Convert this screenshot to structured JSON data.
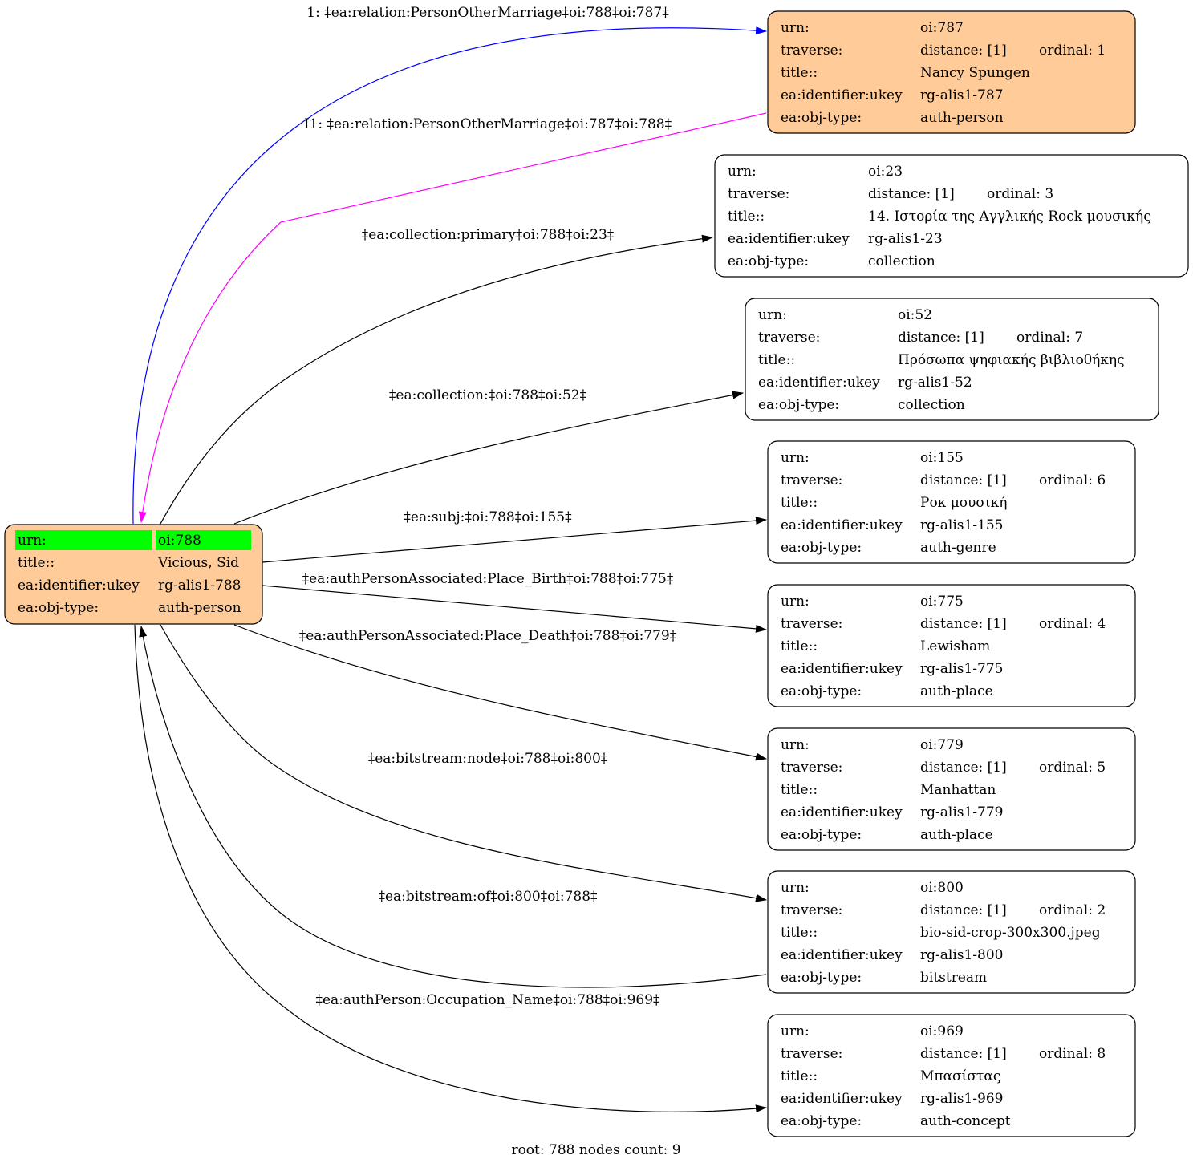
{
  "root": {
    "rows": [
      {
        "key": "urn:",
        "value": "oi:788"
      },
      {
        "key": "title::",
        "value": "Vicious, Sid"
      },
      {
        "key": "ea:identifier:ukey",
        "value": "rg-alis1-788"
      },
      {
        "key": "ea:obj-type:",
        "value": "auth-person"
      }
    ],
    "fill": "#ffcc99",
    "highlight": "#00ff00"
  },
  "nodes": [
    {
      "urn": "oi:787",
      "distance": "distance: [1]",
      "ordinal": "ordinal: 1",
      "title": "Nancy Spungen",
      "ukey": "rg-alis1-787",
      "obj_type": "auth-person",
      "fill": "#ffcc99"
    },
    {
      "urn": "oi:23",
      "distance": "distance: [1]",
      "ordinal": "ordinal: 3",
      "title": "14. Ιστορία της Αγγλικής Rock μουσικής",
      "ukey": "rg-alis1-23",
      "obj_type": "collection",
      "fill": "#ffffff"
    },
    {
      "urn": "oi:52",
      "distance": "distance: [1]",
      "ordinal": "ordinal: 7",
      "title": "Πρόσωπα ψηφιακής βιβλιοθήκης",
      "ukey": "rg-alis1-52",
      "obj_type": "collection",
      "fill": "#ffffff"
    },
    {
      "urn": "oi:155",
      "distance": "distance: [1]",
      "ordinal": "ordinal: 6",
      "title": "Ροκ μουσική",
      "ukey": "rg-alis1-155",
      "obj_type": "auth-genre",
      "fill": "#ffffff"
    },
    {
      "urn": "oi:775",
      "distance": "distance: [1]",
      "ordinal": "ordinal: 4",
      "title": "Lewisham",
      "ukey": "rg-alis1-775",
      "obj_type": "auth-place",
      "fill": "#ffffff"
    },
    {
      "urn": "oi:779",
      "distance": "distance: [1]",
      "ordinal": "ordinal: 5",
      "title": "Manhattan",
      "ukey": "rg-alis1-779",
      "obj_type": "auth-place",
      "fill": "#ffffff"
    },
    {
      "urn": "oi:800",
      "distance": "distance: [1]",
      "ordinal": "ordinal: 2",
      "title": "bio-sid-crop-300x300.jpeg",
      "ukey": "rg-alis1-800",
      "obj_type": "bitstream",
      "fill": "#ffffff"
    },
    {
      "urn": "oi:969",
      "distance": "distance: [1]",
      "ordinal": "ordinal: 8",
      "title": "Μπασίστας",
      "ukey": "rg-alis1-969",
      "obj_type": "auth-concept",
      "fill": "#ffffff"
    }
  ],
  "row_keys": {
    "urn": "urn:",
    "traverse": "traverse:",
    "title": "title::",
    "ukey": "ea:identifier:ukey",
    "obj_type": "ea:obj-type:"
  },
  "edges": [
    {
      "label": "1: ‡ea:relation:PersonOtherMarriage‡oi:788‡oi:787‡",
      "color": "#0000ff"
    },
    {
      "label": "I1: ‡ea:relation:PersonOtherMarriage‡oi:787‡oi:788‡",
      "color": "#ff00ff"
    },
    {
      "label": "‡ea:collection:primary‡oi:788‡oi:23‡",
      "color": "#000000"
    },
    {
      "label": "‡ea:collection:‡oi:788‡oi:52‡",
      "color": "#000000"
    },
    {
      "label": "‡ea:subj:‡oi:788‡oi:155‡",
      "color": "#000000"
    },
    {
      "label": "‡ea:authPersonAssociated:Place_Birth‡oi:788‡oi:775‡",
      "color": "#000000"
    },
    {
      "label": "‡ea:authPersonAssociated:Place_Death‡oi:788‡oi:779‡",
      "color": "#000000"
    },
    {
      "label": "‡ea:bitstream:node‡oi:788‡oi:800‡",
      "color": "#000000"
    },
    {
      "label": "‡ea:bitstream:of‡oi:800‡oi:788‡",
      "color": "#000000"
    },
    {
      "label": "‡ea:authPerson:Occupation_Name‡oi:788‡oi:969‡",
      "color": "#000000"
    }
  ],
  "footer": "root: 788 nodes count: 9"
}
